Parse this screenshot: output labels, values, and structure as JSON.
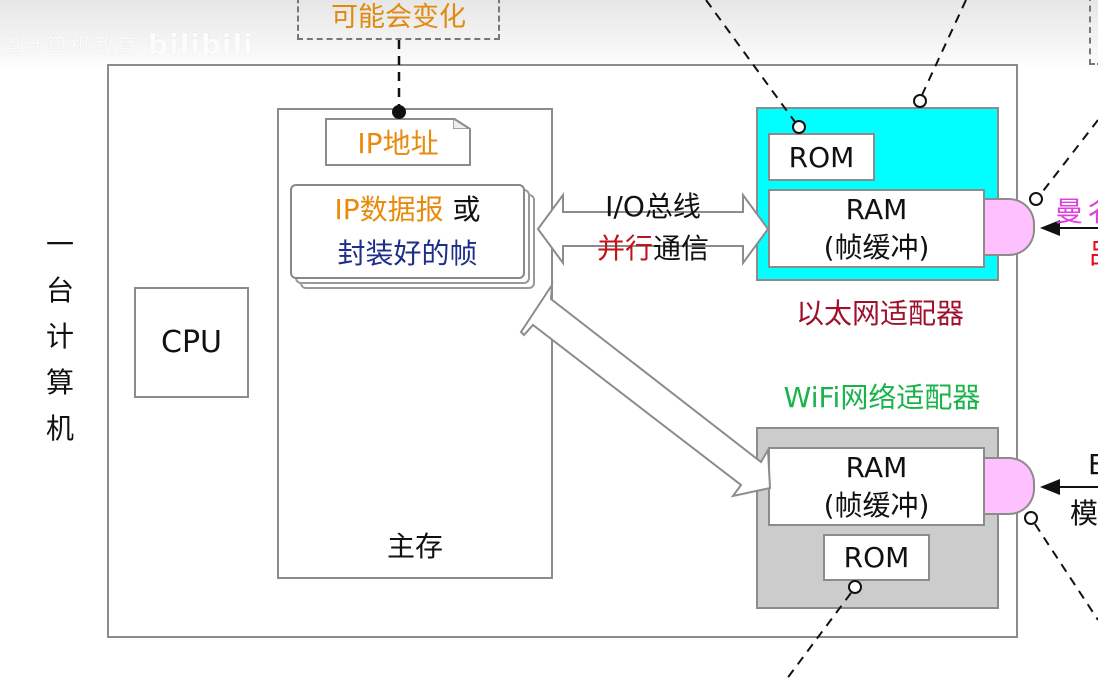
{
  "watermark": {
    "text": "道计算机教育",
    "brand": "bilibili"
  },
  "callout": {
    "text": "可能会变化"
  },
  "computer": {
    "label_chars": [
      "一",
      "台",
      "计",
      "算",
      "机"
    ],
    "cpu_label": "CPU"
  },
  "main_memory": {
    "label": "主存",
    "ip_address_label": "IP地址",
    "datagram": {
      "part1": "IP数据报",
      "part2": " 或",
      "line2": "封装好的帧"
    }
  },
  "bus": {
    "line1": "I/O总线",
    "line2_red": "并行",
    "line2_rest": "通信"
  },
  "ethernet_adapter": {
    "label": "以太网适配器",
    "rom_label": "ROM",
    "ram_label": "RAM",
    "ram_sub": "(帧缓冲)",
    "color": "#00ffff"
  },
  "wifi_adapter": {
    "label": "WiFi网络适配器",
    "rom_label": "ROM",
    "ram_label": "RAM",
    "ram_sub": "(帧缓冲)",
    "color": "#cccccc"
  },
  "right_cutoff": {
    "eth_top": "曼彳",
    "eth_bottom": "吕",
    "wifi_top": "E",
    "wifi_bottom": "模"
  },
  "colors": {
    "orange": "#e88a0c",
    "navy": "#1e2f8a",
    "red": "#c0141e",
    "eth_label": "#a0102c",
    "wifi_label": "#19b34a",
    "port": "#ffc0ff",
    "magenta_text": "#e040e0"
  }
}
